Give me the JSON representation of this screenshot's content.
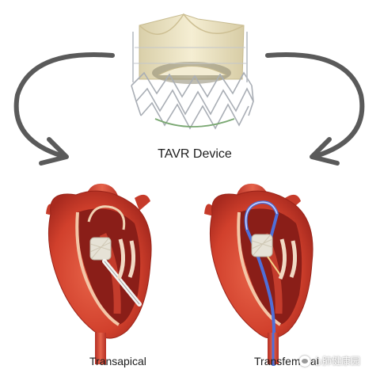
{
  "device": {
    "label": "TAVR Device",
    "frame_color": "#b8bcc2",
    "fabric_color": "#efe5c4"
  },
  "approaches": [
    {
      "name": "Transapical",
      "sheath_color": "#ffffff"
    },
    {
      "name": "Transfemoral",
      "sheath_color": "#4f6fd8"
    }
  ],
  "arrow_color": "#5a5a5a",
  "heart_colors": {
    "outer": "#d84a33",
    "inner": "#a7271f",
    "cavity": "#7f1a17",
    "muscle_cut": "#f2c6a6"
  },
  "watermark": {
    "text": "心肺健康园",
    "icon": "wechat-logo-icon"
  }
}
